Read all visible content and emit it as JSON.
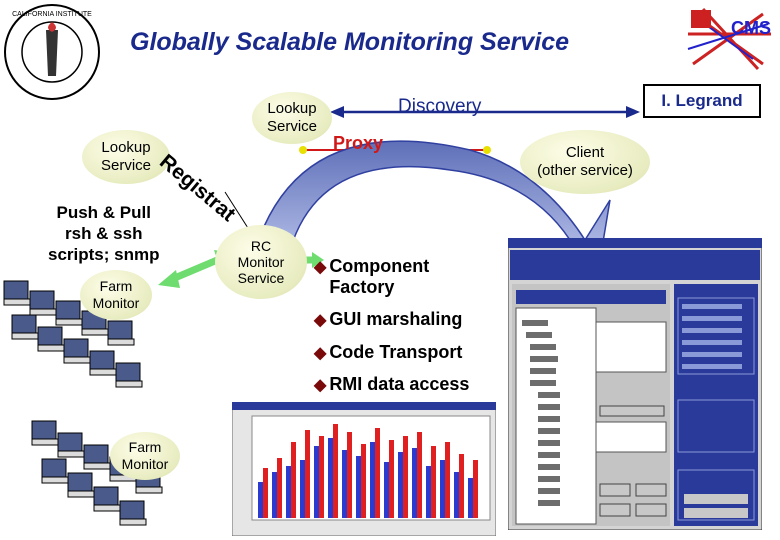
{
  "title": "Globally Scalable Monitoring Service",
  "author": "I. Legrand",
  "discovery": "Discovery",
  "proxy": "Proxy",
  "registration": "Registrat",
  "lookup_left": "Lookup\nService",
  "lookup_top": "Lookup\nService",
  "client": "Client\n(other service)",
  "push_pull": "Push & Pull\nrsh & ssh\nscripts; snmp",
  "farm_monitor_1": "Farm\nMonitor",
  "farm_monitor_2": "Farm\nMonitor",
  "rc_monitor": "RC\nMonitor\nService",
  "bullets": [
    "Component\nFactory",
    "GUI marshaling",
    "Code Transport",
    "RMI data access"
  ],
  "colors": {
    "title": "#1a2a8c",
    "proxy": "#d01818",
    "panel": "#2a3a9a",
    "bullet": "#7a0a0a"
  }
}
